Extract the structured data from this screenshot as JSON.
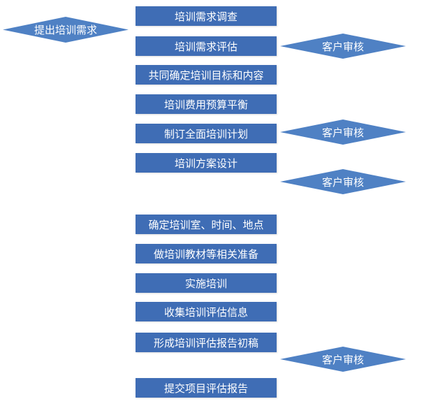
{
  "start_label": "提出培训需求",
  "steps": [
    "培训需求调查",
    "培训需求评估",
    "共同确定培训目标和内容",
    "培训费用预算平衡",
    "制订全面培训计划",
    "培训方案设计",
    "确定培训室、时间、地点",
    "做培训教材等相关准备",
    "实施培训",
    "收集培训评估信息",
    "形成培训评估报告初稿",
    "提交项目评估报告"
  ],
  "reviews": [
    "客户审核",
    "客户审核",
    "客户审核",
    "客户审核"
  ],
  "colors": {
    "box": "#3f6db5",
    "diamond": "#4f81c4",
    "text": "#ffffff"
  }
}
